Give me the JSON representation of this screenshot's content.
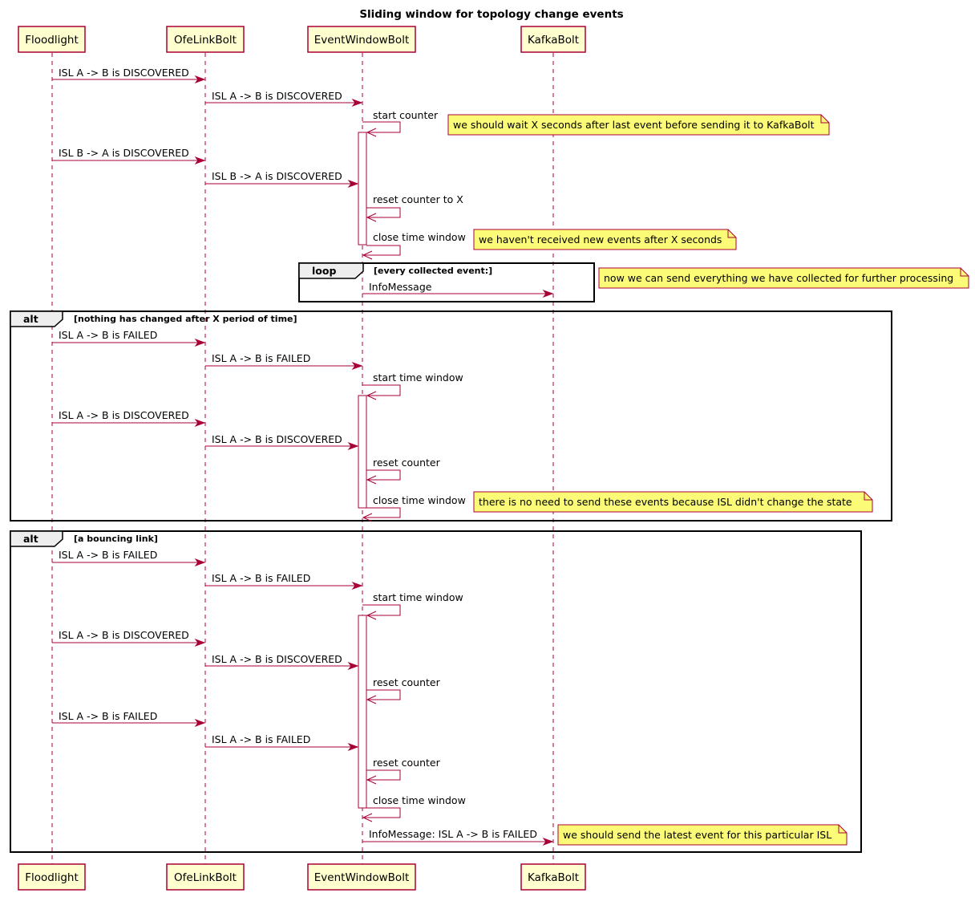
{
  "title": "Sliding window for topology change events",
  "participants": [
    {
      "id": "fl",
      "label": "Floodlight"
    },
    {
      "id": "ofe",
      "label": "OfeLinkBolt"
    },
    {
      "id": "ewb",
      "label": "EventWindowBolt"
    },
    {
      "id": "kafka",
      "label": "KafkaBolt"
    }
  ],
  "colors": {
    "participant_fill": "#FEFECE",
    "border": "#A80036",
    "note_fill": "#FBFB77",
    "frame_tab": "#EEEEEE"
  },
  "messages": [
    {
      "label": "ISL A -> B is DISCOVERED"
    },
    {
      "label": "ISL A -> B is DISCOVERED"
    },
    {
      "label": "start counter"
    },
    {
      "label": "ISL B -> A is DISCOVERED"
    },
    {
      "label": "ISL B -> A is DISCOVERED"
    },
    {
      "label": "reset counter to X"
    },
    {
      "label": "close time window"
    },
    {
      "label": "InfoMessage"
    },
    {
      "label": "ISL A -> B is FAILED"
    },
    {
      "label": "ISL A -> B is FAILED"
    },
    {
      "label": "start time window"
    },
    {
      "label": "ISL A -> B is DISCOVERED"
    },
    {
      "label": "ISL A -> B is DISCOVERED"
    },
    {
      "label": "reset counter"
    },
    {
      "label": "close time window"
    },
    {
      "label": "ISL A -> B is FAILED"
    },
    {
      "label": "ISL A -> B is FAILED"
    },
    {
      "label": "start time window"
    },
    {
      "label": "ISL A -> B is DISCOVERED"
    },
    {
      "label": "ISL A -> B is DISCOVERED"
    },
    {
      "label": "reset counter"
    },
    {
      "label": "ISL A -> B is FAILED"
    },
    {
      "label": "ISL A -> B is FAILED"
    },
    {
      "label": "reset counter"
    },
    {
      "label": "close time window"
    },
    {
      "label": "InfoMessage: ISL A -> B is FAILED"
    }
  ],
  "notes": [
    {
      "text": "we should wait X seconds after last event before sending it to KafkaBolt"
    },
    {
      "text": "we haven't received new events after X seconds"
    },
    {
      "text": "now we can send everything we have collected for further processing"
    },
    {
      "text": "there is no need to send these events because ISL didn't change the state"
    },
    {
      "text": "we should send the latest event for this particular ISL"
    }
  ],
  "frames": [
    {
      "tag": "loop",
      "condition": "[every collected event:]"
    },
    {
      "tag": "alt",
      "condition": "[nothing has changed after X period of time]"
    },
    {
      "tag": "alt",
      "condition": "[a bouncing link]"
    }
  ]
}
